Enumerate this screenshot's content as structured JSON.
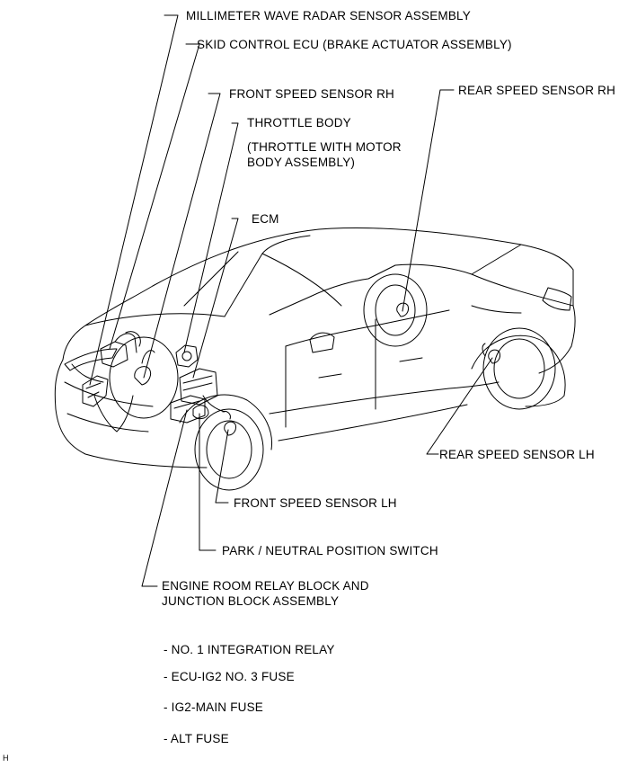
{
  "labels": {
    "millimeter_wave_radar": "MILLIMETER WAVE RADAR SENSOR ASSEMBLY",
    "skid_control_ecu": "SKID CONTROL ECU (BRAKE ACTUATOR ASSEMBLY)",
    "front_speed_sensor_rh": "FRONT SPEED SENSOR RH",
    "throttle_body": "THROTTLE BODY",
    "throttle_body_note": "(THROTTLE WITH MOTOR\nBODY ASSEMBLY)",
    "ecm": "ECM",
    "rear_speed_sensor_rh": "REAR SPEED SENSOR RH",
    "rear_speed_sensor_lh": "REAR SPEED SENSOR LH",
    "front_speed_sensor_lh": "FRONT SPEED SENSOR LH",
    "park_neutral_switch": "PARK / NEUTRAL POSITION SWITCH",
    "engine_room_relay_block": "ENGINE ROOM RELAY BLOCK AND\nJUNCTION BLOCK ASSEMBLY"
  },
  "sub_items": [
    "- NO. 1 INTEGRATION RELAY",
    "- ECU-IG2 NO. 3 FUSE",
    "- IG2-MAIN FUSE",
    "- ALT FUSE"
  ],
  "corner_mark": "H"
}
